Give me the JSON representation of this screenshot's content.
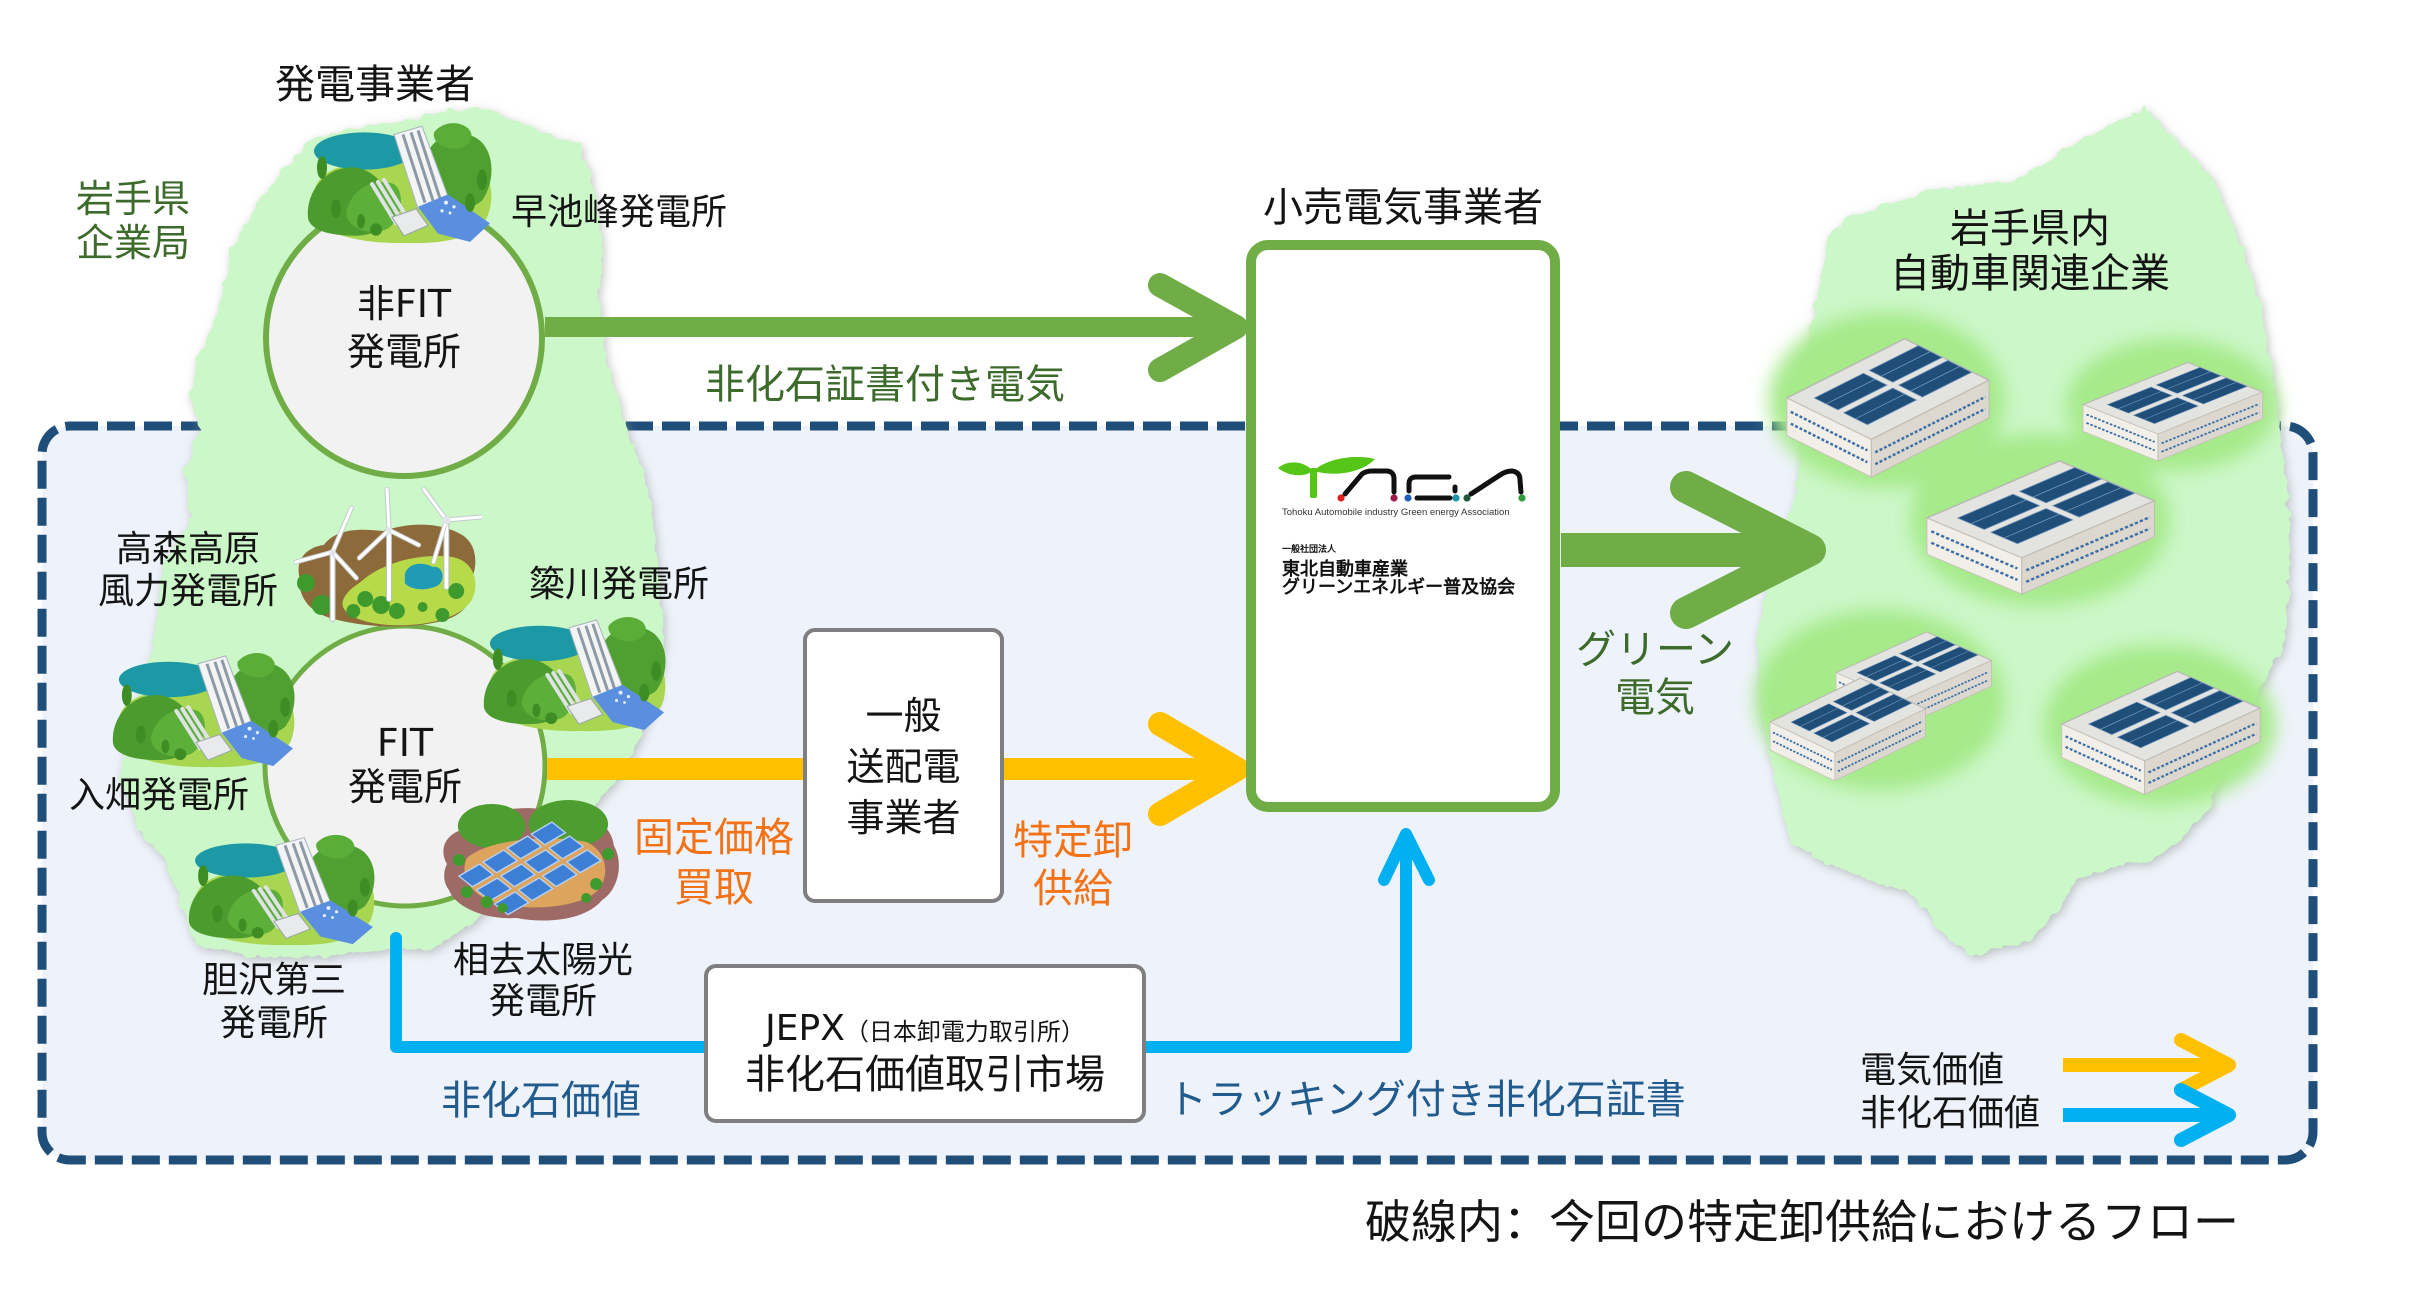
{
  "header": {
    "generators": "発電事業者",
    "retailer": "小売電気事業者"
  },
  "iwate_bureau": [
    "岩手県",
    "企業局"
  ],
  "non_fit": {
    "label": [
      "非FIT",
      "発電所"
    ],
    "plant": "早池峰発電所",
    "plant_icon": "hydro-dam"
  },
  "fit": {
    "label": [
      "FIT",
      "発電所"
    ],
    "plants": [
      {
        "name": [
          "高森高原",
          "風力発電所"
        ],
        "icon": "wind-farm"
      },
      {
        "name": [
          "簗川発電所"
        ],
        "icon": "hydro-dam"
      },
      {
        "name": [
          "入畑発電所"
        ],
        "icon": "hydro-dam"
      },
      {
        "name": [
          "胆沢第三",
          "発電所"
        ],
        "icon": "hydro-dam"
      },
      {
        "name": [
          "相去太陽光",
          "発電所"
        ],
        "icon": "solar-farm"
      }
    ]
  },
  "flows": {
    "nonfossil_certified_electricity": "非化石証書付き電気",
    "fixed_price_purchase": [
      "固定価格",
      "買取"
    ],
    "specified_wholesale_supply": [
      "特定卸",
      "供給"
    ],
    "green_electricity": [
      "グリーン",
      "電気"
    ],
    "nonfossil_value": "非化石価値",
    "tracking_certificate": "トラッキング付き非化石証書"
  },
  "tso": [
    "一般",
    "送配電",
    "事業者"
  ],
  "jepx": {
    "name": "JEPX",
    "note": "（日本卸電力取引所）",
    "market": "非化石価値取引市場"
  },
  "retailer_logo": {
    "mark": "TAGA",
    "english": "Tohoku Automobile industry Green energy Association",
    "corp_type": "一般社団法人",
    "name": [
      "東北自動車産業",
      "グリーンエネルギー普及協会"
    ]
  },
  "consumers": {
    "heading": [
      "岩手県内",
      "自動車関連企業"
    ],
    "icon": "factory-with-solar-roof",
    "factory_sites": 5
  },
  "legend": [
    {
      "label": "電気価値",
      "color": "#ffc000"
    },
    {
      "label": "非化石価値",
      "color": "#00b0f0"
    }
  ],
  "footnote": "破線内：今回の特定卸供給におけるフロー",
  "colors": {
    "green": "#70ad47",
    "yellow": "#ffc000",
    "blue": "#00b0f0",
    "scope-border": "#1f4e79",
    "scope-fill": "#eef3fb",
    "map": "#ccf7c8",
    "text-green": "#3d6b2b",
    "text-orange": "#f47216",
    "text-blue": "#215a8c",
    "circle-fill": "#f2f2f2",
    "box-gray": "#7f7f7f"
  }
}
